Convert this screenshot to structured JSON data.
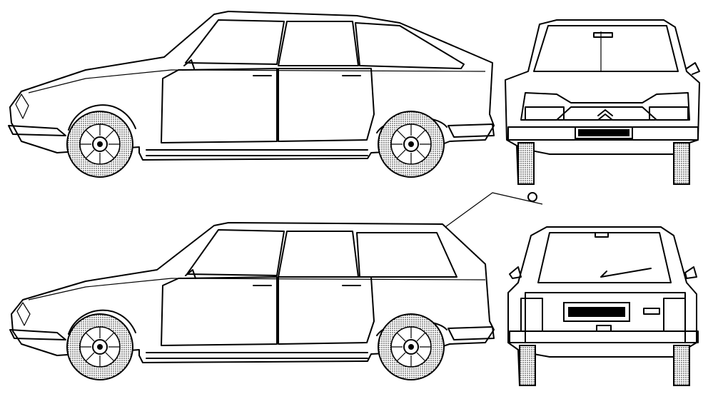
{
  "drawing": {
    "views": [
      "side-hatchback",
      "rear-hatchback",
      "side-estate",
      "rear-estate"
    ]
  },
  "colors": {
    "ink": "#000000",
    "paper": "#ffffff"
  }
}
